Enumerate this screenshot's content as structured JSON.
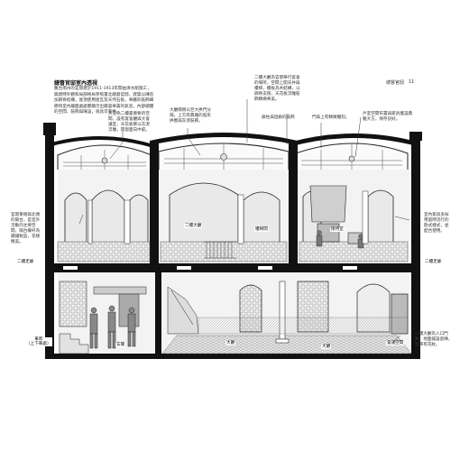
{
  "page": {
    "title": "總督官邸室內透視",
    "intro": "舊台南州的官邸建於1911-1913年間由清水組施工，興建時外觀和局部格局參照臺北總督官邸，建築以磚造加鋼骨結構，屋頂使用屋瓦及天然石板，華麗的裝飾細節和室內牆面處處都顯示出雍容華貴的氣息，內部總體的空間、裝飾與陳設，很具可看性。",
    "running_head": "總督官邸",
    "page_number": "11"
  },
  "callouts": {
    "top_a": "大堂為二樓最重要的空間，設有宴會廳與大會議室，天花板飾以灰泥浮雕，開窗面向中庭。",
    "top_b": "大廳兩側以巨大拱門分隔，上方有典雅的弧形拱圈與灰泥裝飾。",
    "top_c": "二樓大廳為官邸舉行宴會的場所，空間上開天井與樓梯，樓板為木結構，以鋼骨支撐，天花板浮雕裝飾精緻華美。",
    "top_d": "廊柱與迴廊的裝飾",
    "top_e": "門扇上有精緻雕刻。",
    "top_f": "戶室空間布置與家具擺設典雅大方，保存良好。",
    "left_a": "官邸東側與北側的陽台，是室外活動的主要空間，陽台欄杆為鑄鐵製品，花樣精美。",
    "right_a": "室內家具多採用當時流行的歐式樣式，並配合使用。",
    "bottom_a": "一樓大廳為入口門廳，地面鋪設瓷磚，並飾有花紋。"
  },
  "labels": {
    "upper_hall": "二樓大廳",
    "stair": "樓梯間",
    "lounge": "接待室",
    "floor_left": "二樓走廊",
    "floor_right": "二樓走廊",
    "porch": "車寄\n（上下車處）",
    "foyer": "玄關",
    "hall1": "大廳",
    "hall2": "大廳",
    "back_room": "會議空間"
  },
  "colors": {
    "ink": "#111111",
    "wall_tone": "#eeeeee",
    "dark_tone": "#333333"
  }
}
